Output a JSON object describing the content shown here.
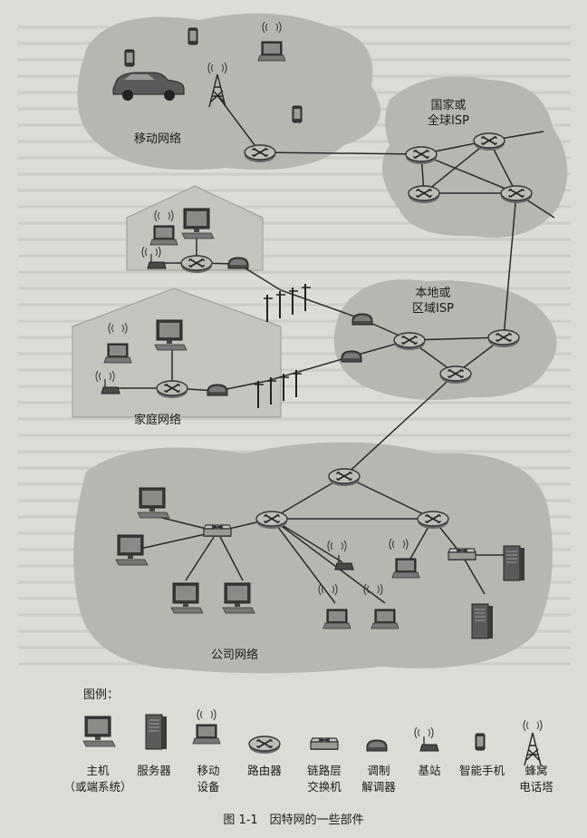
{
  "regions": {
    "mobile": "移动网络",
    "global_isp": [
      "国家或",
      "全球ISP"
    ],
    "local_isp": [
      "本地或",
      "区域ISP"
    ],
    "home": "家庭网络",
    "company": "公司网络"
  },
  "legend": {
    "title": "图例：",
    "items": [
      {
        "icon": "host-icon",
        "lines": [
          "主机",
          "（或端系统）"
        ]
      },
      {
        "icon": "server-icon",
        "lines": [
          "服务器"
        ]
      },
      {
        "icon": "mobile-device-icon",
        "lines": [
          "移动",
          "设备"
        ]
      },
      {
        "icon": "router-icon",
        "lines": [
          "路由器"
        ]
      },
      {
        "icon": "link-layer-switch-icon",
        "lines": [
          "链路层",
          "交换机"
        ]
      },
      {
        "icon": "modem-icon",
        "lines": [
          "调制",
          "解调器"
        ]
      },
      {
        "icon": "base-station-icon",
        "lines": [
          "基站"
        ]
      },
      {
        "icon": "smartphone-icon",
        "lines": [
          "智能手机"
        ]
      },
      {
        "icon": "cell-tower-icon",
        "lines": [
          "蜂窝",
          "电话塔"
        ]
      }
    ]
  },
  "caption": "图 1-1　因特网的一些部件",
  "colors": {
    "cloud": "#b7b7b1",
    "house": "#c4c4be",
    "line": "#2a2a2a",
    "device": "#555555"
  }
}
